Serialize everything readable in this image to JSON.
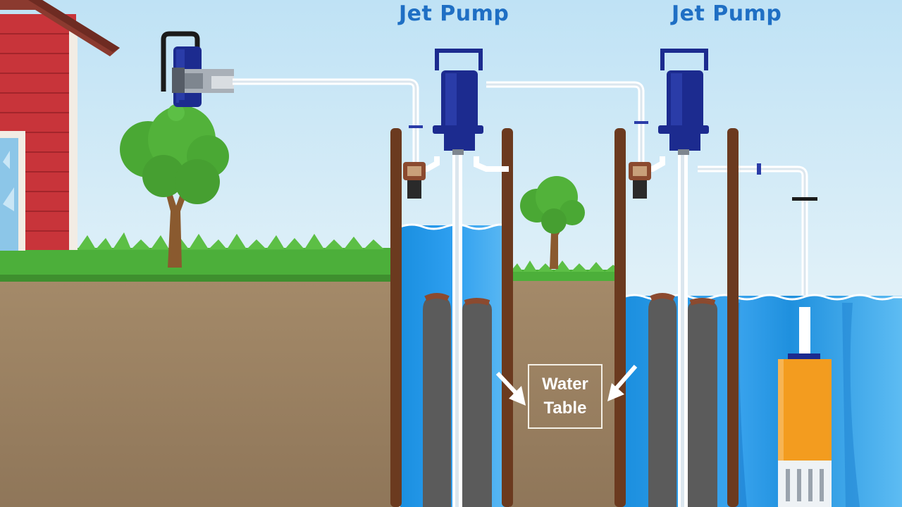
{
  "labels": {
    "pump_left": "Jet Pump",
    "pump_right": "Jet Pump",
    "water_table_line1": "Water",
    "water_table_line2": "Table"
  },
  "colors": {
    "sky": "#cfe9f6",
    "grass": "#4caf3a",
    "soil": "#9d8364",
    "water": "#1a8fe0",
    "pump_body": "#1c2b8f",
    "house_wall": "#c8343a",
    "label_text": "#1f6fc4"
  },
  "icons": [
    "house",
    "tree",
    "jet-pump",
    "well-casing",
    "submersible-pump",
    "pipe",
    "arrow"
  ]
}
